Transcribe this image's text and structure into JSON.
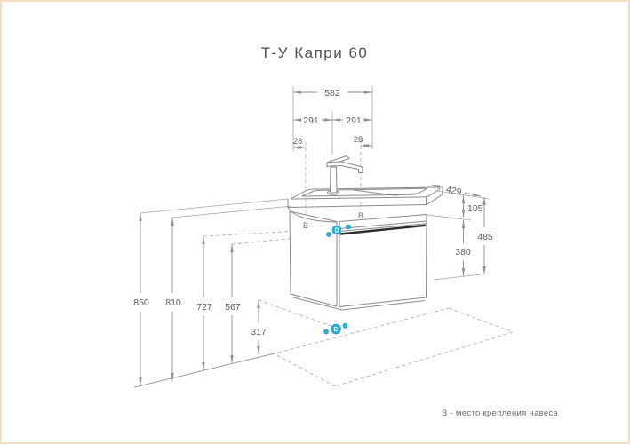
{
  "title": "Т-У Капри 60",
  "legend": "В - место крепления навеса",
  "dimensions": {
    "top": {
      "total_width": "582",
      "left_half": "291",
      "right_half": "291",
      "left_offset": "28",
      "right_offset": "28"
    },
    "right": {
      "depth": "429",
      "basin_height": "105",
      "overall_height": "485",
      "cabinet_height": "380"
    },
    "left": {
      "basin_top_from_floor": "850",
      "cabinet_top_from_floor": "810",
      "upper_connection_height": "727",
      "lower_connection_height": "567",
      "floor_offset": "317"
    }
  },
  "markers": {
    "hanger_label": "В",
    "connection_letter": "D",
    "accent_color": "#27b2d6"
  }
}
